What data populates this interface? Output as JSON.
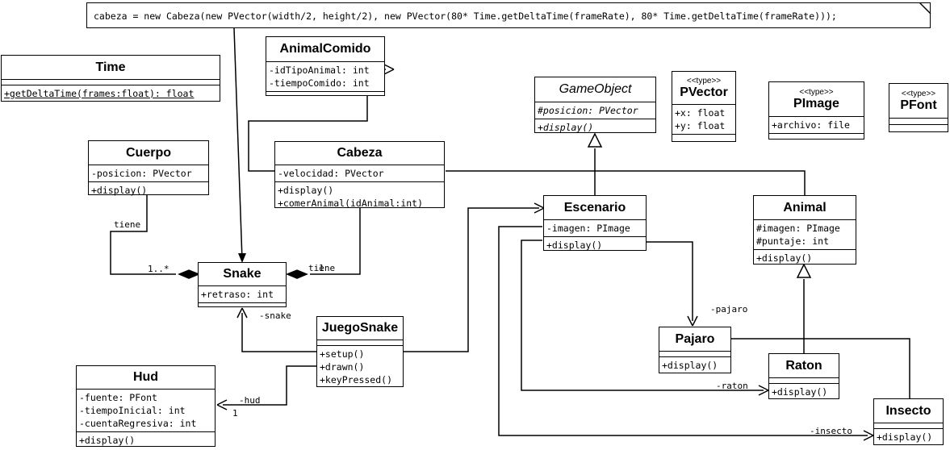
{
  "note": "cabeza = new Cabeza(new PVector(width/2, height/2), new PVector(80* Time.getDeltaTime(frameRate), 80* Time.getDeltaTime(frameRate)));",
  "classes": {
    "time": {
      "name": "Time",
      "ops": [
        "+getDeltaTime(frames:float): float"
      ]
    },
    "animalcomido": {
      "name": "AnimalComido",
      "attrs": [
        "-idTipoAnimal: int",
        "-tiempoComido: int"
      ]
    },
    "gameobject": {
      "name": "GameObject",
      "attrs": [
        "#posicion: PVector"
      ],
      "ops": [
        "+display()"
      ]
    },
    "pvector": {
      "stereotype": "<<type>>",
      "name": "PVector",
      "attrs": [
        "+x: float",
        "+y: float"
      ]
    },
    "pimage": {
      "stereotype": "<<type>>",
      "name": "PImage",
      "attrs": [
        "+archivo: file"
      ]
    },
    "pfont": {
      "stereotype": "<<type>>",
      "name": "PFont"
    },
    "cuerpo": {
      "name": "Cuerpo",
      "attrs": [
        "-posicion: PVector"
      ],
      "ops": [
        "+display()"
      ]
    },
    "cabeza": {
      "name": "Cabeza",
      "attrs": [
        "-velocidad: PVector"
      ],
      "ops": [
        "+display()",
        "+comerAnimal(idAnimal:int)"
      ]
    },
    "escenario": {
      "name": "Escenario",
      "attrs": [
        "-imagen: PImage"
      ],
      "ops": [
        "+display()"
      ]
    },
    "animal": {
      "name": "Animal",
      "attrs": [
        "#imagen: PImage",
        "#puntaje: int"
      ],
      "ops": [
        "+display()"
      ]
    },
    "snake": {
      "name": "Snake",
      "attrs": [
        "+retraso: int"
      ]
    },
    "juegosnake": {
      "name": "JuegoSnake",
      "ops": [
        "+setup()",
        "+drawn()",
        "+keyPressed()"
      ]
    },
    "pajaro": {
      "name": "Pajaro",
      "ops": [
        "+display()"
      ]
    },
    "raton": {
      "name": "Raton",
      "ops": [
        "+display()"
      ]
    },
    "hud": {
      "name": "Hud",
      "attrs": [
        "-fuente: PFont",
        "-tiempoInicial: int",
        "-cuentaRegresiva: int"
      ],
      "ops": [
        "+display()"
      ]
    },
    "insecto": {
      "name": "Insecto",
      "ops": [
        "+display()"
      ]
    }
  },
  "labels": {
    "tiene_cuerpo": "tiene",
    "mult_cuerpo": "1..*",
    "tiene_cabeza": "tiene",
    "mult_cabeza": "1",
    "snake_role": "-snake",
    "pajaro_role": "-pajaro",
    "raton_role": "-raton",
    "insecto_role": "-insecto",
    "hud_role": "-hud",
    "hud_mult": "1"
  }
}
